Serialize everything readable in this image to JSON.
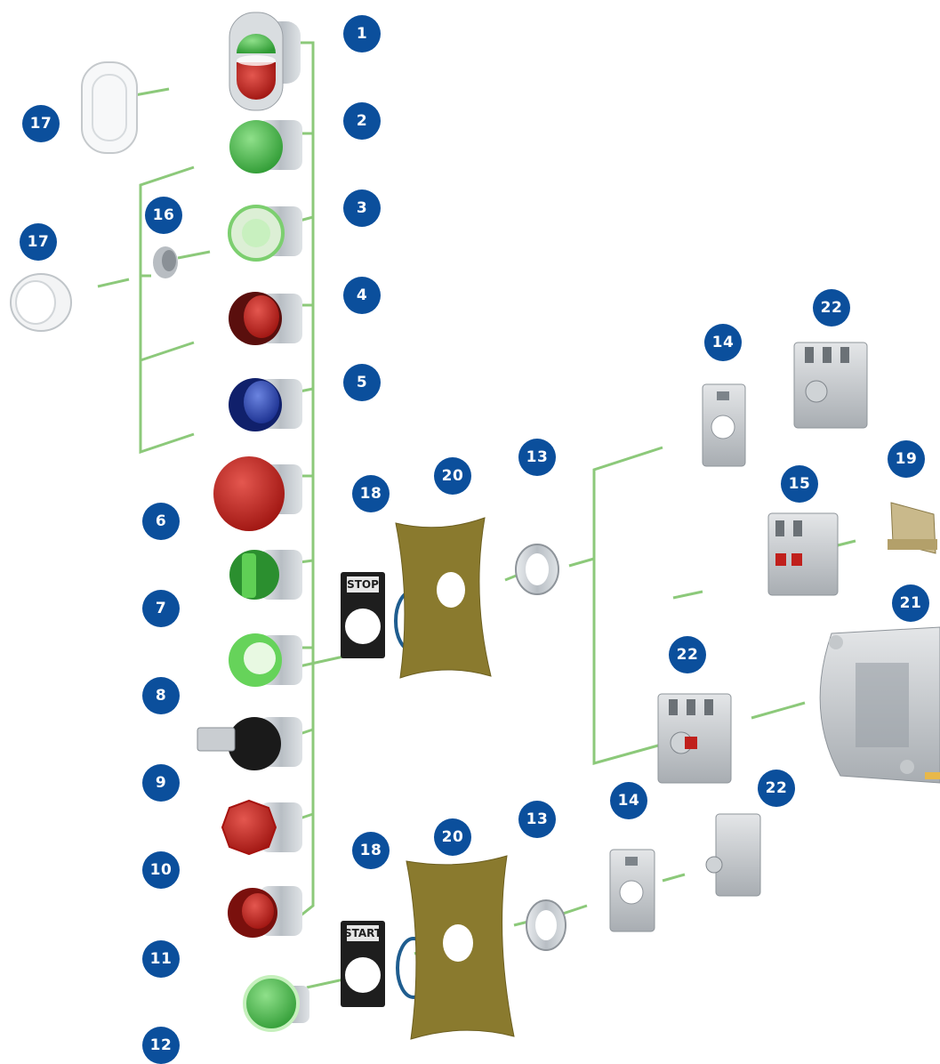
{
  "diagram": {
    "callouts": [
      "1",
      "2",
      "3",
      "4",
      "5",
      "6",
      "7",
      "8",
      "9",
      "10",
      "11",
      "12",
      "13",
      "13",
      "14",
      "14",
      "15",
      "16",
      "17",
      "17",
      "18",
      "18",
      "19",
      "20",
      "20",
      "21",
      "22",
      "22",
      "22"
    ],
    "legend_plates": {
      "top": "STOP",
      "bottom": "START"
    },
    "colors": {
      "callout": "#0b4f9c",
      "connector": "#8cc97a",
      "mounting_plate": "#8a7a2e",
      "ring": "#1f5d8f",
      "green_button": "#3cae3c",
      "red_button": "#c0201c",
      "blue_button": "#1f3fa8"
    },
    "components": [
      {
        "id": "1",
        "icon": "double-pushbutton-icon"
      },
      {
        "id": "2",
        "icon": "flush-pushbutton-green-icon"
      },
      {
        "id": "3",
        "icon": "pilot-light-green-icon"
      },
      {
        "id": "4",
        "icon": "pilot-light-red-icon"
      },
      {
        "id": "5",
        "icon": "pilot-light-blue-icon"
      },
      {
        "id": "6",
        "icon": "mushroom-pushbutton-icon"
      },
      {
        "id": "7",
        "icon": "selector-switch-icon"
      },
      {
        "id": "8",
        "icon": "illuminated-pushbutton-icon"
      },
      {
        "id": "9",
        "icon": "key-switch-icon"
      },
      {
        "id": "10",
        "icon": "emergency-stop-icon"
      },
      {
        "id": "11",
        "icon": "extended-pushbutton-red-icon"
      },
      {
        "id": "12",
        "icon": "pilot-light-compact-icon"
      },
      {
        "id": "13",
        "icon": "mounting-nut-icon"
      },
      {
        "id": "14",
        "icon": "adapter-frame-icon"
      },
      {
        "id": "15",
        "icon": "contact-block-icon"
      },
      {
        "id": "16",
        "icon": "lamp-icon"
      },
      {
        "id": "17",
        "icon": "protective-cover-icon"
      },
      {
        "id": "18",
        "icon": "legend-plate-icon"
      },
      {
        "id": "19",
        "icon": "din-rail-clip-icon"
      },
      {
        "id": "20",
        "icon": "panel-plate-icon"
      },
      {
        "id": "21",
        "icon": "enclosure-icon"
      },
      {
        "id": "22",
        "icon": "contact-module-icon"
      }
    ]
  }
}
